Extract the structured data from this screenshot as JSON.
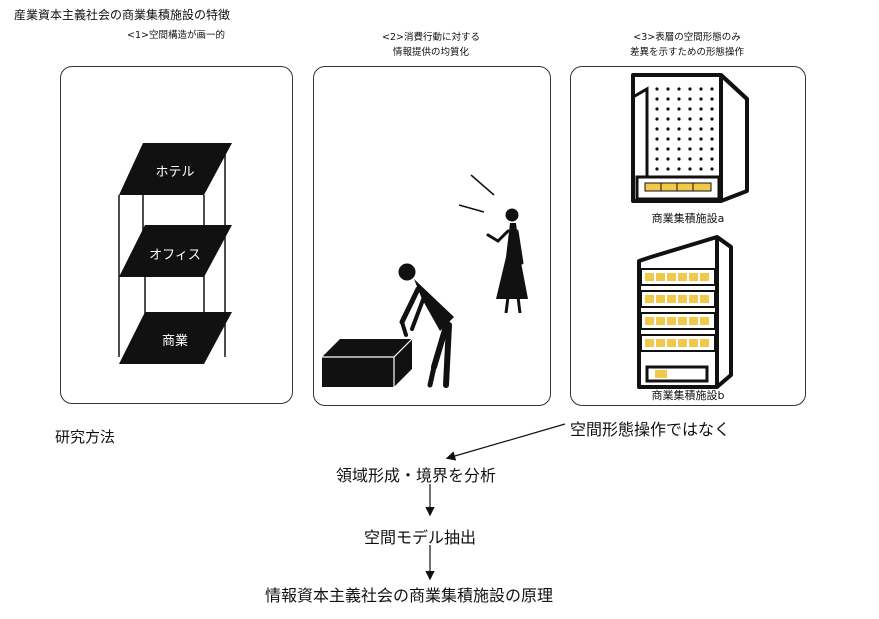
{
  "title": "産業資本主義社会の商業集積施設の特徴",
  "panels": [
    {
      "caption_lines": [
        "<1>空間構造が画一的"
      ],
      "floors": [
        "ホテル",
        "オフィス",
        "商業"
      ]
    },
    {
      "caption_lines": [
        "<2>消費行動に対する",
        "情報提供の均質化"
      ]
    },
    {
      "caption_lines": [
        "<3>表層の空間形態のみ",
        "差異を示すための形態操作"
      ],
      "building_a_label": "商業集積施設a",
      "building_b_label": "商業集積施設b"
    }
  ],
  "side_note": "空間形態操作ではなく",
  "method_label": "研究方法",
  "flow_steps": [
    "領域形成・境界を分析",
    "空間モデル抽出",
    "情報資本主義社会の商業集積施設の原理"
  ],
  "colors": {
    "accent_yellow": "#f2c84b",
    "ink": "#111111"
  }
}
